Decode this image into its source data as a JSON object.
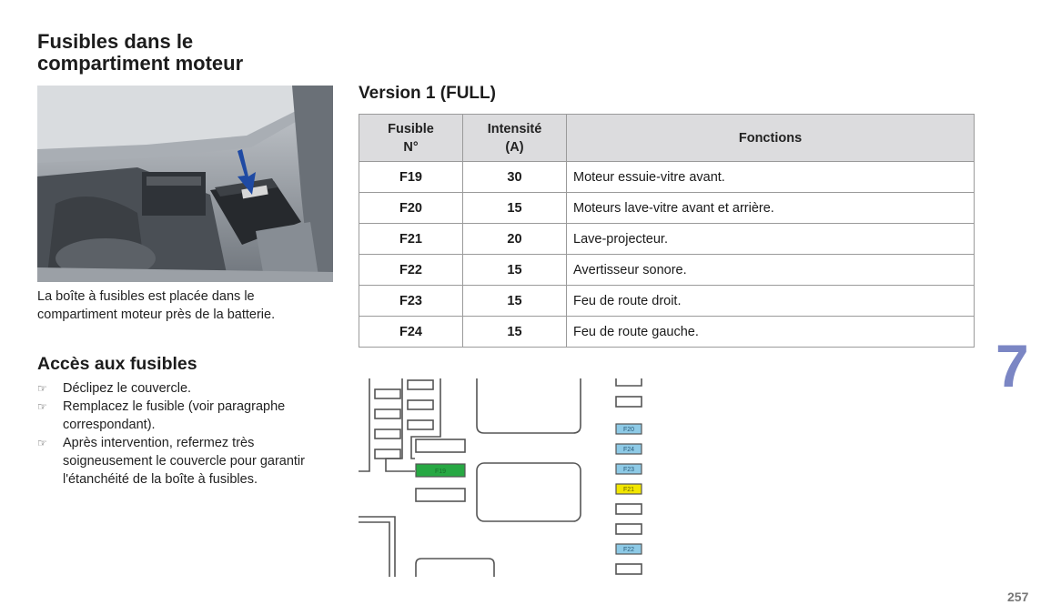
{
  "page": {
    "title": "Fusibles dans le compartiment moteur",
    "chapter_number": "7",
    "page_number": "257"
  },
  "photo": {
    "caption": "La boîte à fusibles est placée dans le compartiment moteur près de la batterie."
  },
  "access": {
    "title": "Accès aux fusibles",
    "bullet_glyph": "☞",
    "items": [
      "Déclipez le couvercle.",
      "Remplacez le fusible (voir paragraphe correspondant).",
      "Après intervention, refermez très soigneusement le couvercle pour garantir l'étanchéité de la boîte à fusibles."
    ]
  },
  "version": {
    "title": "Version 1 (FULL)"
  },
  "table": {
    "headers": [
      "Fusible N°",
      "Intensité (A)",
      "Fonctions"
    ],
    "rows": [
      {
        "fuse": "F19",
        "amp": "30",
        "function": "Moteur essuie-vitre avant."
      },
      {
        "fuse": "F20",
        "amp": "15",
        "function": "Moteurs lave-vitre avant et arrière."
      },
      {
        "fuse": "F21",
        "amp": "20",
        "function": "Lave-projecteur."
      },
      {
        "fuse": "F22",
        "amp": "15",
        "function": "Avertisseur sonore."
      },
      {
        "fuse": "F23",
        "amp": "15",
        "function": "Feu de route droit."
      },
      {
        "fuse": "F24",
        "amp": "15",
        "function": "Feu de route gauche."
      }
    ]
  },
  "diagram": {
    "green_fuse_label": "F19",
    "fuse_labels": [
      "F20",
      "F24",
      "F23",
      "F21",
      "F22"
    ],
    "colors": {
      "blue_fuse": "#8ecae6",
      "yellow_fuse": "#f2e600",
      "green_fuse": "#27a843",
      "outline": "#555555"
    }
  }
}
